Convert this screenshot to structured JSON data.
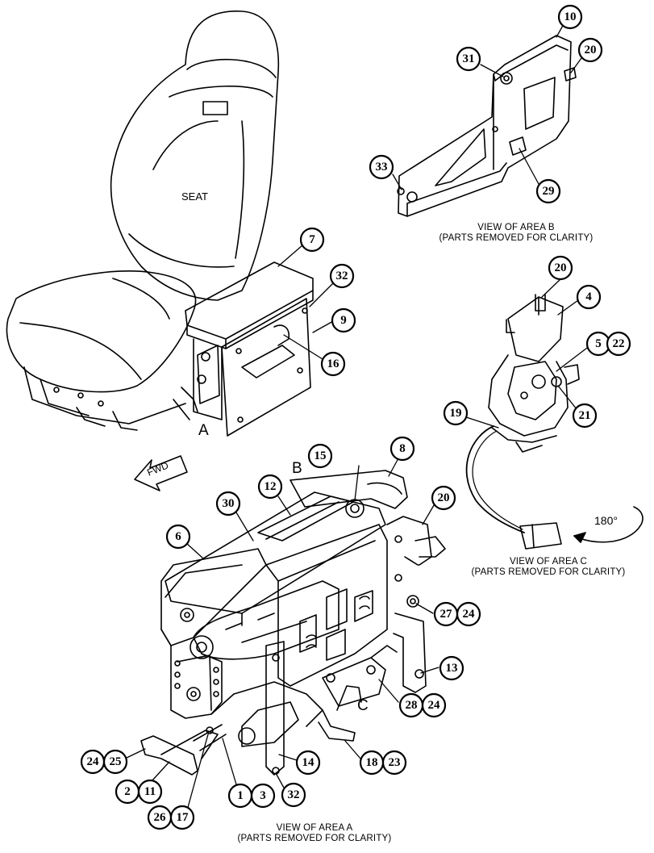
{
  "labels": {
    "seat": "SEAT",
    "fwd": "FWD",
    "area_a": "A",
    "area_b": "B",
    "area_c": "C",
    "rotation": "180°"
  },
  "captions": {
    "view_b_title": "VIEW OF AREA  B",
    "view_b_sub": "(PARTS REMOVED FOR CLARITY)",
    "view_c_title": "VIEW OF AREA  C",
    "view_c_sub": "(PARTS REMOVED FOR CLARITY)",
    "view_a_title": "VIEW OF AREA  A",
    "view_a_sub": "(PARTS REMOVED FOR CLARITY)"
  },
  "callouts": [
    {
      "id": "c10",
      "text": "10"
    },
    {
      "id": "c31",
      "text": "31"
    },
    {
      "id": "c20b",
      "text": "20"
    },
    {
      "id": "c33",
      "text": "33"
    },
    {
      "id": "c29",
      "text": "29"
    },
    {
      "id": "c7",
      "text": "7"
    },
    {
      "id": "c32a",
      "text": "32"
    },
    {
      "id": "c9",
      "text": "9"
    },
    {
      "id": "c16",
      "text": "16"
    },
    {
      "id": "c20c",
      "text": "20"
    },
    {
      "id": "c4",
      "text": "4"
    },
    {
      "id": "c5",
      "text": "5"
    },
    {
      "id": "c22",
      "text": "22"
    },
    {
      "id": "c19",
      "text": "19"
    },
    {
      "id": "c21",
      "text": "21"
    },
    {
      "id": "c15",
      "text": "15"
    },
    {
      "id": "c8",
      "text": "8"
    },
    {
      "id": "c12",
      "text": "12"
    },
    {
      "id": "c30",
      "text": "30"
    },
    {
      "id": "c6",
      "text": "6"
    },
    {
      "id": "c20a",
      "text": "20"
    },
    {
      "id": "c27",
      "text": "27"
    },
    {
      "id": "c24a",
      "text": "24"
    },
    {
      "id": "c13",
      "text": "13"
    },
    {
      "id": "c28",
      "text": "28"
    },
    {
      "id": "c24b",
      "text": "24"
    },
    {
      "id": "c14",
      "text": "14"
    },
    {
      "id": "c18",
      "text": "18"
    },
    {
      "id": "c23",
      "text": "23"
    },
    {
      "id": "c24c",
      "text": "24"
    },
    {
      "id": "c25",
      "text": "25"
    },
    {
      "id": "c2",
      "text": "2"
    },
    {
      "id": "c11",
      "text": "11"
    },
    {
      "id": "c1",
      "text": "1"
    },
    {
      "id": "c3",
      "text": "3"
    },
    {
      "id": "c32b",
      "text": "32"
    },
    {
      "id": "c26",
      "text": "26"
    },
    {
      "id": "c17",
      "text": "17"
    }
  ]
}
